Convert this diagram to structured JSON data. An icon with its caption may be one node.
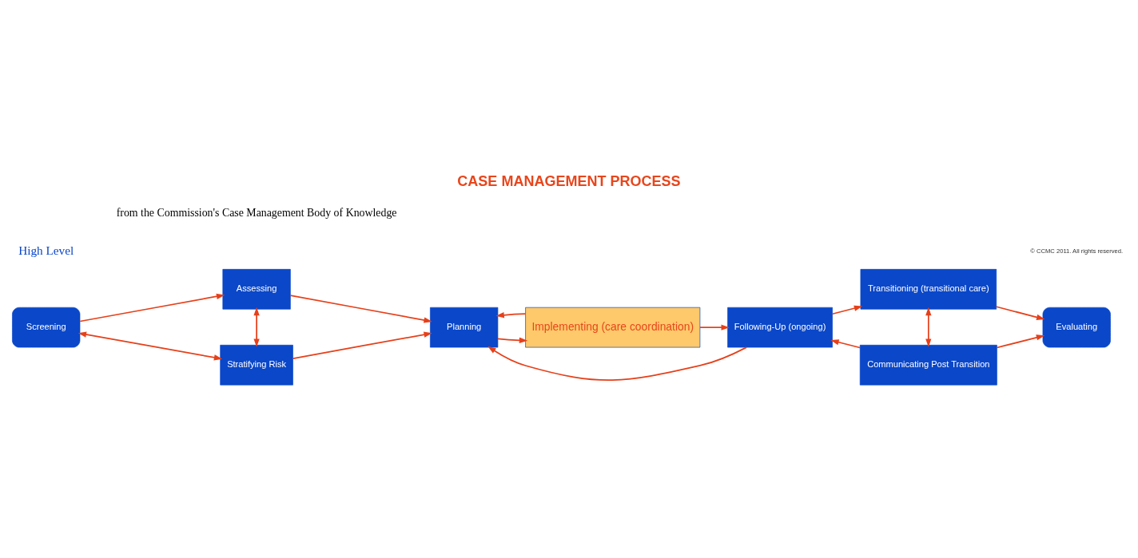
{
  "diagram": {
    "title": "CASE MANAGEMENT PROCESS",
    "caption": "from the Commission's Case Management Body of Knowledge",
    "nodes": [
      {
        "text": [
          "Screening"
        ]
      },
      {
        "text": [
          "Assessing"
        ]
      },
      {
        "text": [
          "Planning"
        ]
      },
      {
        "text": [
          "Implementing (care coordination)"
        ]
      },
      {
        "text": [
          "Following-Up (ongoing)"
        ]
      },
      {
        "text": [
          "Transitioning (transitional care)"
        ]
      },
      {
        "text": [
          "Evaluating"
        ]
      },
      {
        "text": [
          "Stratifying Risk"
        ]
      },
      {
        "text": [
          "Communicating Post Transition"
        ]
      }
    ],
    "edges": [
      {
        "from": 0,
        "to": 1,
        "arrow": "to"
      },
      {
        "from": 1,
        "to": 2,
        "arrow": "to"
      },
      {
        "from": 2,
        "to": 3,
        "arrow": "to"
      },
      {
        "from": 3,
        "to": 4,
        "arrow": "to"
      },
      {
        "from": 4,
        "to": 5,
        "arrow": "to"
      },
      {
        "from": 5,
        "to": 6,
        "arrow": "to"
      },
      {
        "from": 3,
        "to": 2,
        "arrow": "to"
      },
      {
        "from": 4,
        "to": 2,
        "arrow": "to"
      },
      {
        "from": 0,
        "to": 7,
        "arrow": "both"
      },
      {
        "from": 1,
        "to": 7,
        "arrow": "both"
      },
      {
        "from": 7,
        "to": 2,
        "arrow": "to"
      },
      {
        "from": 5,
        "to": 8,
        "arrow": "both"
      },
      {
        "from": 8,
        "to": 4,
        "arrow": "to"
      },
      {
        "from": 8,
        "to": 6,
        "arrow": "to"
      }
    ],
    "labels": [
      "High Level",
      "© CCMC 2011. All rights reserved."
    ]
  }
}
